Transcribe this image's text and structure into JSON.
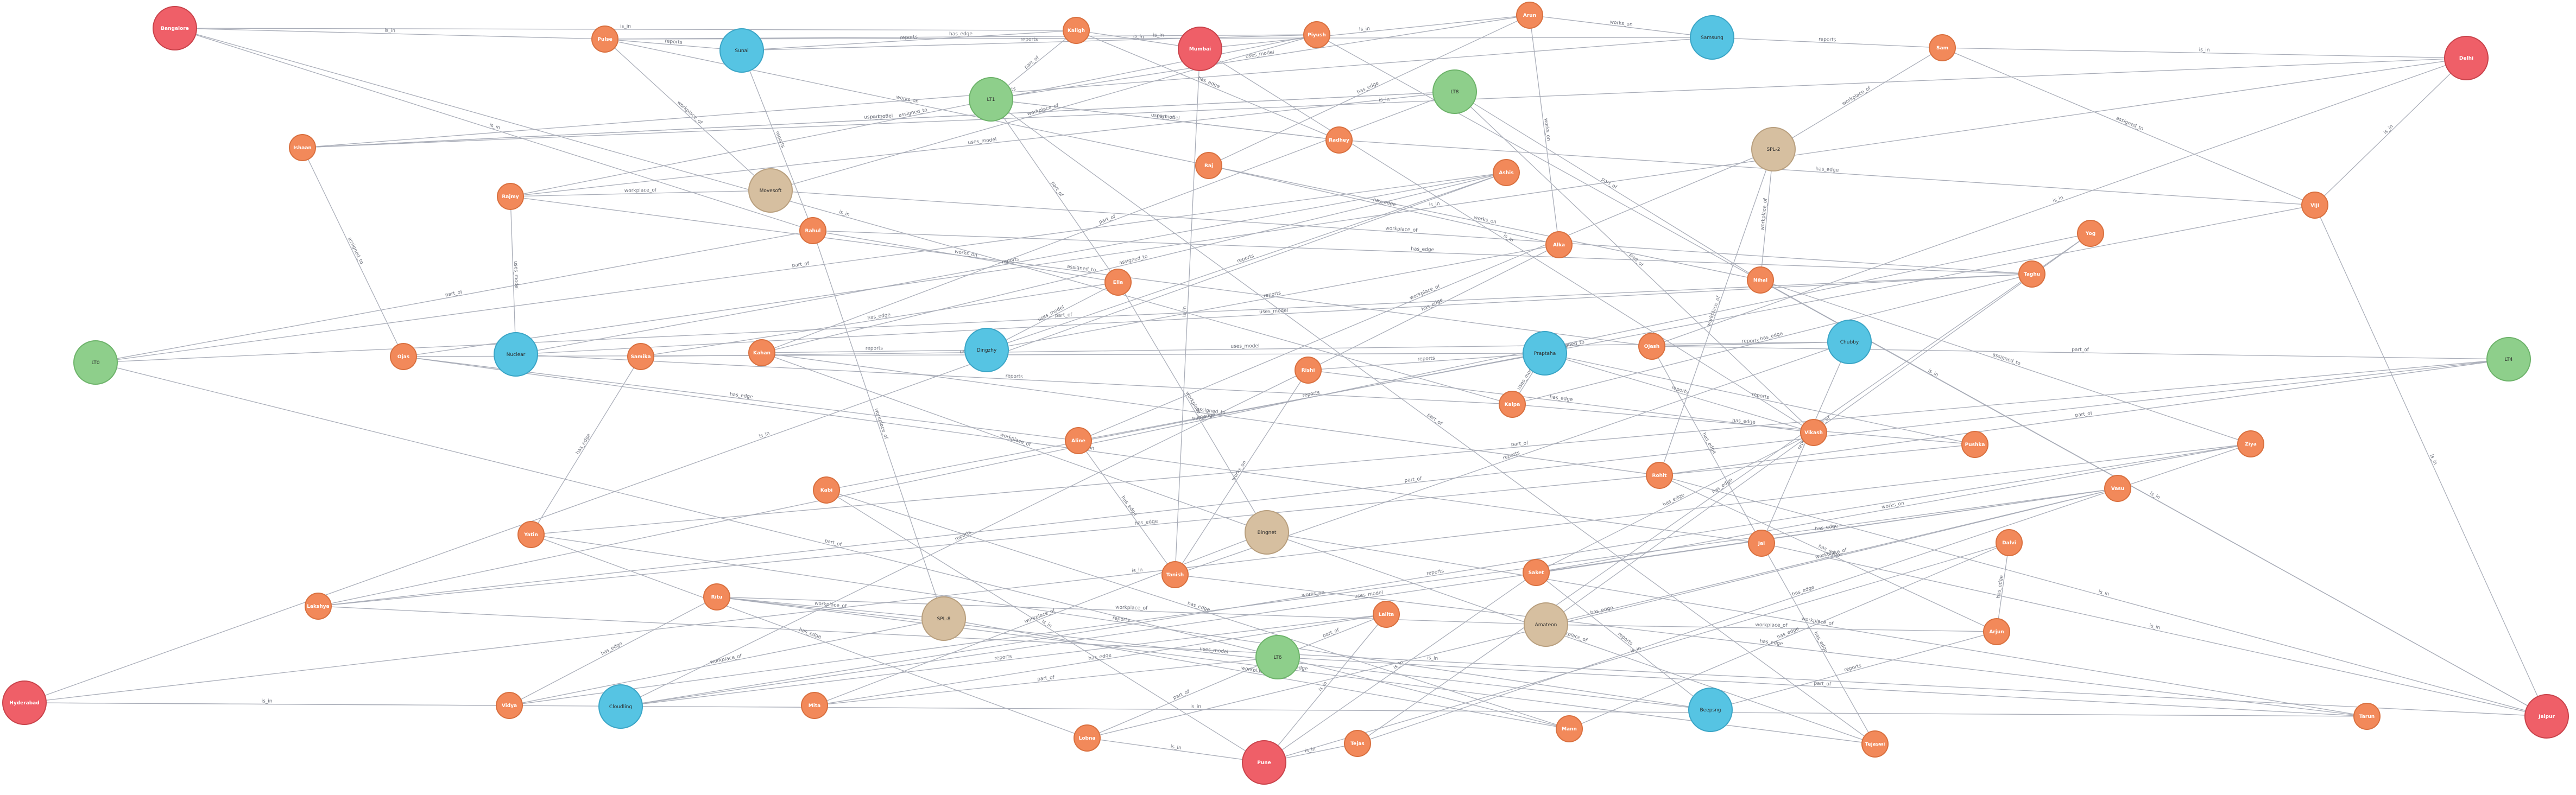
{
  "colors": {
    "Person": "#f2895a",
    "PersonStroke": "#d9703f",
    "City": "#ef5f68",
    "CityStroke": "#c9434b",
    "Company": "#56c4e3",
    "CompanyStroke": "#3aa5c6",
    "Team": "#8ecf8b",
    "TeamStroke": "#6db36a",
    "Product": "#d6bfa0",
    "ProductStroke": "#b89f7e",
    "edge": "#a9adb8"
  },
  "node_types": [
    "Person",
    "City",
    "Company",
    "Team",
    "Product"
  ],
  "edge_types": [
    "is_in",
    "has_edge",
    "reports",
    "works_on",
    "part_of",
    "uses_model",
    "workplace_of",
    "assigned_to"
  ],
  "nodes": [
    {
      "id": "bangalore",
      "label": "Bangalore",
      "type": "City"
    },
    {
      "id": "hyderabad",
      "label": "Hyderabad",
      "type": "City"
    },
    {
      "id": "mumbai",
      "label": "Mumbai",
      "type": "City"
    },
    {
      "id": "pune",
      "label": "Pune",
      "type": "City"
    },
    {
      "id": "delhi",
      "label": "Delhi",
      "type": "City"
    },
    {
      "id": "jaipur",
      "label": "Jaipur",
      "type": "City"
    },
    {
      "id": "sunai",
      "label": "Sunai",
      "type": "Company"
    },
    {
      "id": "samsung",
      "label": "Samsung",
      "type": "Company"
    },
    {
      "id": "nuclear",
      "label": "Nuclear",
      "type": "Company"
    },
    {
      "id": "dingzhy",
      "label": "Dingzhy",
      "type": "Company"
    },
    {
      "id": "praptaha",
      "label": "Praptaha",
      "type": "Company"
    },
    {
      "id": "chubby",
      "label": "Chubby",
      "type": "Company"
    },
    {
      "id": "cloudling",
      "label": "Cloudling",
      "type": "Company"
    },
    {
      "id": "beepsng",
      "label": "Beepsng",
      "type": "Company"
    },
    {
      "id": "lt1",
      "label": "LT1",
      "type": "Team"
    },
    {
      "id": "lt8",
      "label": "LT8",
      "type": "Team"
    },
    {
      "id": "lt0",
      "label": "LT0",
      "type": "Team"
    },
    {
      "id": "lt4",
      "label": "LT4",
      "type": "Team"
    },
    {
      "id": "lt6",
      "label": "LT6",
      "type": "Team"
    },
    {
      "id": "pa2",
      "label": "SPL-2",
      "type": "Product"
    },
    {
      "id": "movesoft",
      "label": "Movesoft",
      "type": "Product"
    },
    {
      "id": "bingnet",
      "label": "Bingnet",
      "type": "Product"
    },
    {
      "id": "pa8",
      "label": "SPL-8",
      "type": "Product"
    },
    {
      "id": "amateon",
      "label": "Amateon",
      "type": "Product"
    },
    {
      "id": "p1",
      "label": "Pulse",
      "type": "Person"
    },
    {
      "id": "p2",
      "label": "Kaligh",
      "type": "Person"
    },
    {
      "id": "p3",
      "label": "Piyush",
      "type": "Person"
    },
    {
      "id": "p4",
      "label": "Arun",
      "type": "Person"
    },
    {
      "id": "p5",
      "label": "Sam",
      "type": "Person"
    },
    {
      "id": "p6",
      "label": "Ishaan",
      "type": "Person"
    },
    {
      "id": "p7",
      "label": "Radhey",
      "type": "Person"
    },
    {
      "id": "p8",
      "label": "Raj",
      "type": "Person"
    },
    {
      "id": "p9",
      "label": "Ashis",
      "type": "Person"
    },
    {
      "id": "p10",
      "label": "Rajmy",
      "type": "Person"
    },
    {
      "id": "p11",
      "label": "Rahul",
      "type": "Person"
    },
    {
      "id": "p12",
      "label": "Viji",
      "type": "Person"
    },
    {
      "id": "p13",
      "label": "Ella",
      "type": "Person"
    },
    {
      "id": "p14",
      "label": "Alka",
      "type": "Person"
    },
    {
      "id": "p15",
      "label": "Nihal",
      "type": "Person"
    },
    {
      "id": "p16",
      "label": "Taghu",
      "type": "Person"
    },
    {
      "id": "p17",
      "label": "Ojas",
      "type": "Person"
    },
    {
      "id": "p18",
      "label": "Samika",
      "type": "Person"
    },
    {
      "id": "p19",
      "label": "Kahan",
      "type": "Person"
    },
    {
      "id": "p20",
      "label": "Rishi",
      "type": "Person"
    },
    {
      "id": "p21",
      "label": "Ojash",
      "type": "Person"
    },
    {
      "id": "p22",
      "label": "Kalpa",
      "type": "Person"
    },
    {
      "id": "p23",
      "label": "Aline",
      "type": "Person"
    },
    {
      "id": "p24",
      "label": "Vikash",
      "type": "Person"
    },
    {
      "id": "p25",
      "label": "Pushka",
      "type": "Person"
    },
    {
      "id": "p26",
      "label": "Ziya",
      "type": "Person"
    },
    {
      "id": "p27",
      "label": "Kabi",
      "type": "Person"
    },
    {
      "id": "p28",
      "label": "Rohit",
      "type": "Person"
    },
    {
      "id": "p29",
      "label": "Yatin",
      "type": "Person"
    },
    {
      "id": "p30",
      "label": "Jai",
      "type": "Person"
    },
    {
      "id": "p31",
      "label": "Tanish",
      "type": "Person"
    },
    {
      "id": "p32",
      "label": "Lalita",
      "type": "Person"
    },
    {
      "id": "p33",
      "label": "Saket",
      "type": "Person"
    },
    {
      "id": "p34",
      "label": "Lakshya",
      "type": "Person"
    },
    {
      "id": "p35",
      "label": "Arjun",
      "type": "Person"
    },
    {
      "id": "p36",
      "label": "Vidya",
      "type": "Person"
    },
    {
      "id": "p37",
      "label": "Lobna",
      "type": "Person"
    },
    {
      "id": "p38",
      "label": "Tejas",
      "type": "Person"
    },
    {
      "id": "p39",
      "label": "Mann",
      "type": "Person"
    },
    {
      "id": "p40",
      "label": "Tejaswi",
      "type": "Person"
    },
    {
      "id": "p41",
      "label": "Tarun",
      "type": "Person"
    },
    {
      "id": "p42",
      "label": "Mita",
      "type": "Person"
    },
    {
      "id": "p43",
      "label": "Ritu",
      "type": "Person"
    },
    {
      "id": "p44",
      "label": "Vasu",
      "type": "Person"
    },
    {
      "id": "p45",
      "label": "Yog",
      "type": "Person"
    },
    {
      "id": "p46",
      "label": "Dalvi",
      "type": "Person"
    }
  ],
  "edges": [
    [
      "bangalore",
      "p1",
      "is_in"
    ],
    [
      "bangalore",
      "p2",
      "is_in"
    ],
    [
      "bangalore",
      "p11",
      "is_in"
    ],
    [
      "bangalore",
      "p22",
      "is_in"
    ],
    [
      "hyderabad",
      "p26",
      "is_in"
    ],
    [
      "hyderabad",
      "p9",
      "is_in"
    ],
    [
      "hyderabad",
      "p36",
      "is_in"
    ],
    [
      "mumbai",
      "p4",
      "is_in"
    ],
    [
      "mumbai",
      "p31",
      "is_in"
    ],
    [
      "mumbai",
      "p24",
      "is_in"
    ],
    [
      "mumbai",
      "p2",
      "is_in"
    ],
    [
      "pune",
      "p33",
      "is_in"
    ],
    [
      "pune",
      "p32",
      "is_in"
    ],
    [
      "pune",
      "p27",
      "is_in"
    ],
    [
      "delhi",
      "p5",
      "is_in"
    ],
    [
      "delhi",
      "p6",
      "is_in"
    ],
    [
      "delhi",
      "p12",
      "is_in"
    ],
    [
      "delhi",
      "p21",
      "is_in"
    ],
    [
      "jaipur",
      "p28",
      "is_in"
    ],
    [
      "jaipur",
      "p15",
      "is_in"
    ],
    [
      "jaipur",
      "p34",
      "is_in"
    ],
    [
      "jaipur",
      "p30",
      "is_in"
    ],
    [
      "p1",
      "sunai",
      "reports"
    ],
    [
      "p11",
      "sunai",
      "reports"
    ],
    [
      "p2",
      "sunai",
      "reports"
    ],
    [
      "p3",
      "sunai",
      "reports"
    ],
    [
      "p4",
      "samsung",
      "works_on"
    ],
    [
      "p5",
      "samsung",
      "reports"
    ],
    [
      "p6",
      "samsung",
      "reports"
    ],
    [
      "p10",
      "nuclear",
      "uses_model"
    ],
    [
      "p9",
      "nuclear",
      "reports"
    ],
    [
      "p22",
      "nuclear",
      "reports"
    ],
    [
      "p13",
      "dingzhy",
      "uses_model"
    ],
    [
      "p14",
      "dingzhy",
      "reports"
    ],
    [
      "p19",
      "dingzhy",
      "reports"
    ],
    [
      "p9",
      "dingzhy",
      "reports"
    ],
    [
      "p17",
      "praptaha",
      "uses_model"
    ],
    [
      "p25",
      "praptaha",
      "reports"
    ],
    [
      "p20",
      "praptaha",
      "reports"
    ],
    [
      "p23",
      "praptaha",
      "reports"
    ],
    [
      "p24",
      "praptaha",
      "reports"
    ],
    [
      "p18",
      "chubby",
      "uses_model"
    ],
    [
      "p30",
      "chubby",
      "reports"
    ],
    [
      "p21",
      "chubby",
      "reports"
    ],
    [
      "p31",
      "chubby",
      "reports"
    ],
    [
      "p32",
      "cloudling",
      "reports"
    ],
    [
      "p26",
      "cloudling",
      "reports"
    ],
    [
      "p20",
      "cloudling",
      "reports"
    ],
    [
      "p29",
      "beepsng",
      "reports"
    ],
    [
      "p33",
      "beepsng",
      "reports"
    ],
    [
      "p35",
      "beepsng",
      "reports"
    ],
    [
      "lt1",
      "p7",
      "part_of"
    ],
    [
      "lt1",
      "p13",
      "part_of"
    ],
    [
      "lt1",
      "p2",
      "part_of"
    ],
    [
      "lt1",
      "p40",
      "part_of"
    ],
    [
      "lt8",
      "p15",
      "part_of"
    ],
    [
      "lt8",
      "p6",
      "part_of"
    ],
    [
      "lt8",
      "p24",
      "part_of"
    ],
    [
      "lt8",
      "p19",
      "part_of"
    ],
    [
      "lt0",
      "p11",
      "part_of"
    ],
    [
      "lt0",
      "p9",
      "part_of"
    ],
    [
      "lt0",
      "p39",
      "part_of"
    ],
    [
      "lt0",
      "p16",
      "part_of"
    ],
    [
      "lt4",
      "p34",
      "part_of"
    ],
    [
      "lt4",
      "p21",
      "part_of"
    ],
    [
      "lt4",
      "p28",
      "part_of"
    ],
    [
      "lt4",
      "p29",
      "part_of"
    ],
    [
      "lt6",
      "p32",
      "part_of"
    ],
    [
      "lt6",
      "p41",
      "part_of"
    ],
    [
      "lt6",
      "p37",
      "part_of"
    ],
    [
      "lt6",
      "p42",
      "part_of"
    ],
    [
      "pa2",
      "p5",
      "workplace_of"
    ],
    [
      "pa2",
      "p15",
      "workplace_of"
    ],
    [
      "pa2",
      "p23",
      "workplace_of"
    ],
    [
      "pa2",
      "p28",
      "workplace_of"
    ],
    [
      "movesoft",
      "p10",
      "workplace_of"
    ],
    [
      "movesoft",
      "p3",
      "workplace_of"
    ],
    [
      "movesoft",
      "p1",
      "workplace_of"
    ],
    [
      "movesoft",
      "p16",
      "workplace_of"
    ],
    [
      "bingnet",
      "p13",
      "workplace_of"
    ],
    [
      "bingnet",
      "p19",
      "workplace_of"
    ],
    [
      "bingnet",
      "p41",
      "workplace_of"
    ],
    [
      "bingnet",
      "p40",
      "workplace_of"
    ],
    [
      "bingnet",
      "p42",
      "workplace_of"
    ],
    [
      "pa8",
      "p36",
      "workplace_of"
    ],
    [
      "pa8",
      "p39",
      "workplace_of"
    ],
    [
      "pa8",
      "p11",
      "workplace_of"
    ],
    [
      "pa8",
      "p43",
      "workplace_of"
    ],
    [
      "amateon",
      "p35",
      "workplace_of"
    ],
    [
      "amateon",
      "p43",
      "workplace_of"
    ],
    [
      "amateon",
      "p44",
      "workplace_of"
    ],
    [
      "amateon",
      "p45",
      "workplace_of"
    ],
    [
      "p1",
      "p3",
      "has_edge"
    ],
    [
      "p2",
      "p7",
      "has_edge"
    ],
    [
      "p4",
      "p8",
      "has_edge"
    ],
    [
      "p7",
      "p12",
      "has_edge"
    ],
    [
      "p8",
      "p14",
      "has_edge"
    ],
    [
      "p11",
      "p16",
      "has_edge"
    ],
    [
      "p13",
      "p18",
      "has_edge"
    ],
    [
      "p14",
      "p20",
      "has_edge"
    ],
    [
      "p16",
      "p22",
      "has_edge"
    ],
    [
      "p17",
      "p23",
      "has_edge"
    ],
    [
      "p18",
      "p29",
      "has_edge"
    ],
    [
      "p20",
      "p24",
      "has_edge"
    ],
    [
      "p21",
      "p30",
      "has_edge"
    ],
    [
      "p22",
      "p25",
      "has_edge"
    ],
    [
      "p23",
      "p31",
      "has_edge"
    ],
    [
      "p24",
      "p33",
      "has_edge"
    ],
    [
      "p25",
      "p34",
      "has_edge"
    ],
    [
      "p26",
      "p38",
      "has_edge"
    ],
    [
      "p27",
      "p39",
      "has_edge"
    ],
    [
      "p28",
      "p35",
      "has_edge"
    ],
    [
      "p29",
      "p37",
      "has_edge"
    ],
    [
      "p30",
      "p40",
      "has_edge"
    ],
    [
      "p31",
      "p41",
      "has_edge"
    ],
    [
      "p32",
      "p42",
      "has_edge"
    ],
    [
      "p33",
      "p44",
      "has_edge"
    ],
    [
      "p34",
      "p45",
      "has_edge"
    ],
    [
      "p35",
      "p46",
      "has_edge"
    ],
    [
      "p36",
      "p43",
      "has_edge"
    ],
    [
      "p37",
      "p44",
      "has_edge"
    ],
    [
      "p38",
      "p45",
      "has_edge"
    ],
    [
      "p39",
      "p46",
      "has_edge"
    ],
    [
      "p40",
      "p43",
      "has_edge"
    ],
    [
      "p3",
      "p10",
      "assigned_to"
    ],
    [
      "p5",
      "p12",
      "assigned_to"
    ],
    [
      "p6",
      "p17",
      "assigned_to"
    ],
    [
      "p9",
      "p19",
      "assigned_to"
    ],
    [
      "p10",
      "p21",
      "assigned_to"
    ],
    [
      "p12",
      "p27",
      "assigned_to"
    ],
    [
      "p15",
      "p26",
      "assigned_to"
    ],
    [
      "p19",
      "p28",
      "assigned_to"
    ],
    [
      "p1",
      "p8",
      "works_on"
    ],
    [
      "p4",
      "p14",
      "works_on"
    ],
    [
      "p8",
      "p15",
      "works_on"
    ],
    [
      "p11",
      "p13",
      "works_on"
    ],
    [
      "p17",
      "p30",
      "works_on"
    ],
    [
      "p20",
      "p31",
      "works_on"
    ],
    [
      "p26",
      "p33",
      "works_on"
    ],
    [
      "p36",
      "p44",
      "works_on"
    ],
    [
      "p1",
      "samsung",
      "is_in"
    ],
    [
      "p3",
      "jaipur",
      "is_in"
    ],
    [
      "p12",
      "jaipur",
      "is_in"
    ],
    [
      "p17",
      "delhi",
      "is_in"
    ],
    [
      "p37",
      "pune",
      "is_in"
    ],
    [
      "p46",
      "pune",
      "is_in"
    ],
    [
      "p41",
      "hyderabad",
      "is_in"
    ],
    [
      "p38",
      "pune",
      "is_in"
    ],
    [
      "p7",
      "lt1",
      "uses_model"
    ],
    [
      "p4",
      "lt1",
      "uses_model"
    ],
    [
      "p6",
      "lt8",
      "uses_model"
    ],
    [
      "p10",
      "lt8",
      "uses_model"
    ],
    [
      "p16",
      "nuclear",
      "uses_model"
    ],
    [
      "p22",
      "praptaha",
      "uses_model"
    ],
    [
      "p44",
      "cloudling",
      "uses_model"
    ],
    [
      "p43",
      "beepsng",
      "uses_model"
    ]
  ]
}
